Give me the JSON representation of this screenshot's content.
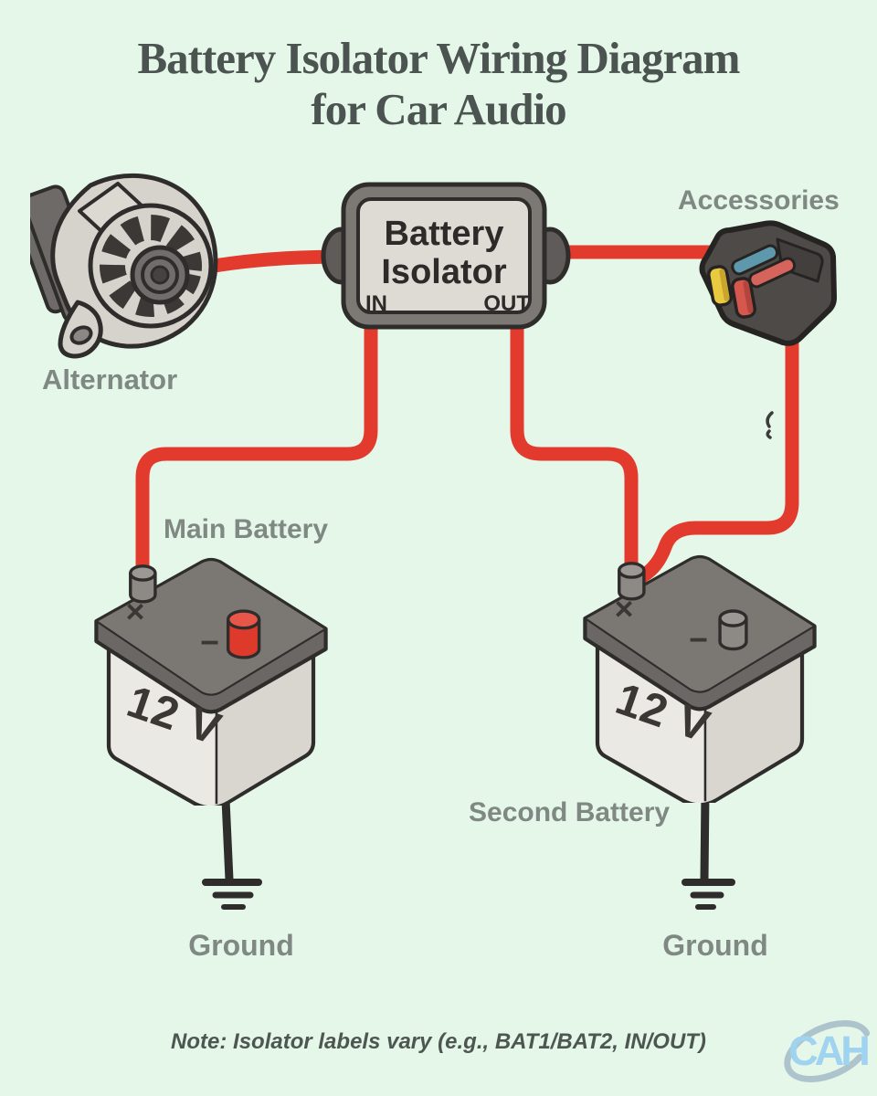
{
  "title": {
    "line1": "Battery Isolator Wiring Diagram",
    "line2": "for Car Audio"
  },
  "components": {
    "alternator": {
      "label": "Alternator"
    },
    "isolator": {
      "name_line1": "Battery",
      "name_line2": "Isolator",
      "in_label": "IN",
      "out_label": "OUT"
    },
    "accessories": {
      "label": "Accessories"
    },
    "main_battery": {
      "label": "Main Battery",
      "voltage": "12 V",
      "positive_mark": "×",
      "negative_mark": "−"
    },
    "second_battery": {
      "label": "Second Battery",
      "voltage": "12 V",
      "positive_mark": "×",
      "negative_mark": "−"
    },
    "ground_left": {
      "label": "Ground"
    },
    "ground_right": {
      "label": "Ground"
    }
  },
  "note": "Note: Isolator labels vary (e.g., BAT1/BAT2, IN/OUT)",
  "logo": {
    "text": "CAH"
  },
  "colors": {
    "background": "#e4f7e9",
    "wire_red": "#e23b2e",
    "ground_black": "#2e2d2b",
    "outline": "#2f2d2b",
    "title_text": "#4b5450",
    "label_text": "#7f8883",
    "note_text": "#4e5652",
    "isolator_frame": "#7c7974",
    "isolator_panel": "#dedbd5",
    "battery_body_light": "#ebe9e4",
    "battery_lid_gray": "#6b6764",
    "fuse_blue": "#5e98ac",
    "fuse_red": "#d5574e",
    "fuse_yellow": "#e9c93f",
    "logo_blue": "#a0d3ef"
  }
}
